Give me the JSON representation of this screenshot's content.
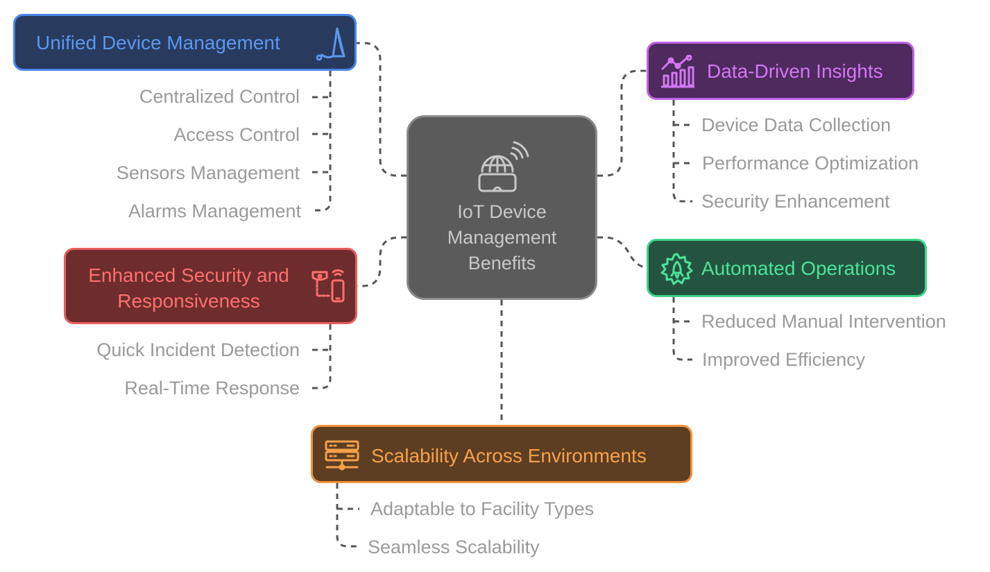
{
  "center": {
    "line1": "IoT Device",
    "line2": "Management",
    "line3": "Benefits"
  },
  "branches": {
    "unified": {
      "title": "Unified Device Management",
      "items": [
        "Centralized Control",
        "Access Control",
        "Sensors Management",
        "Alarms Management"
      ],
      "color": "#4a86e8"
    },
    "insights": {
      "title": "Data-Driven Insights",
      "items": [
        "Device Data Collection",
        "Performance Optimization",
        "Security Enhancement"
      ],
      "color": "#c262e6"
    },
    "security": {
      "title_line1": "Enhanced Security and",
      "title_line2": "Responsiveness",
      "items": [
        "Quick Incident Detection",
        "Real-Time Response"
      ],
      "color": "#e85f5f"
    },
    "automated": {
      "title": "Automated Operations",
      "items": [
        "Reduced Manual Intervention",
        "Improved Efficiency"
      ],
      "color": "#3ed58b"
    },
    "scalability": {
      "title": "Scalability Across Environments",
      "items": [
        "Adaptable to Facility Types",
        "Seamless Scalability"
      ],
      "color": "#f0913a"
    }
  },
  "icons": {
    "center": "globe-vr-headset-icon",
    "unified": "stylus-pen-icon",
    "insights": "bar-chart-trend-icon",
    "security": "camera-phone-icon",
    "automated": "gear-rocket-icon",
    "scalability": "server-rack-icon"
  }
}
